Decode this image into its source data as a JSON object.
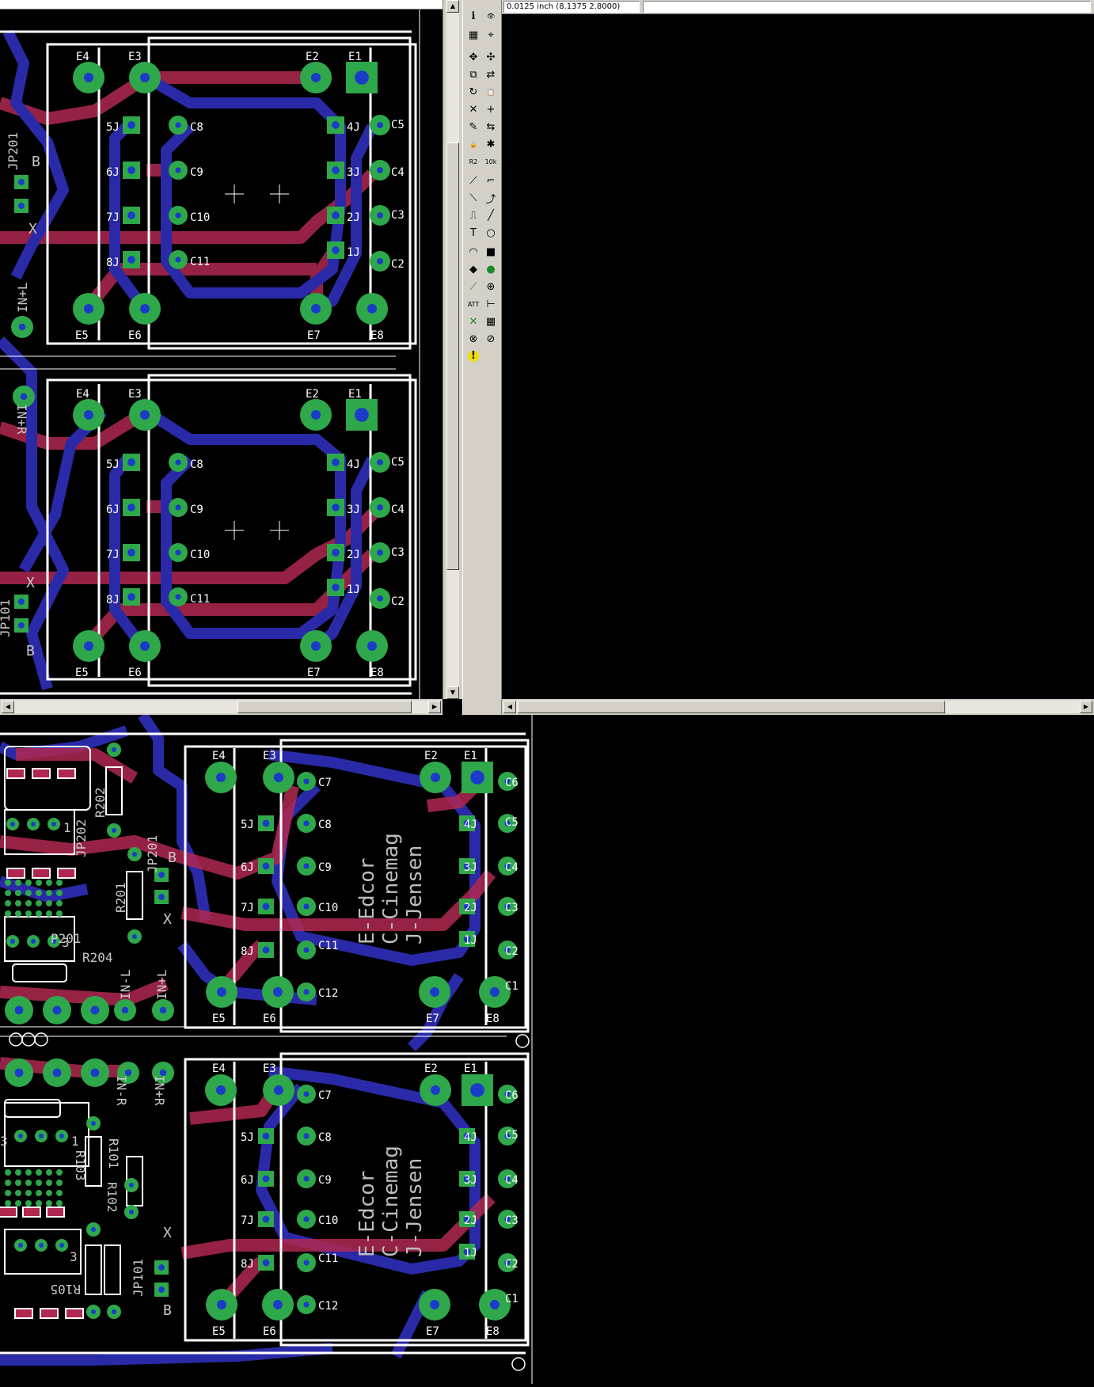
{
  "app": {
    "coordinate_readout": "0.0125 inch (8.1375 2.8000)"
  },
  "colors": {
    "top_copper": "#b02850",
    "bottom_copper": "#2a2aa8",
    "pad": "#2ea84a",
    "via_hole": "#1a3cc8",
    "outline": "#ffffff",
    "background": "#000000",
    "label": "#ffffff"
  },
  "toolbar": {
    "tools": [
      {
        "name": "info-icon",
        "glyph": "ℹ"
      },
      {
        "name": "show-icon",
        "glyph": "👁"
      },
      {
        "name": "display-layers-icon",
        "glyph": "▦"
      },
      {
        "name": "mark-icon",
        "glyph": "⌖"
      },
      {
        "name": "move-icon",
        "glyph": "✥"
      },
      {
        "name": "group-icon",
        "glyph": "✣"
      },
      {
        "name": "copy-icon",
        "glyph": "⧉"
      },
      {
        "name": "mirror-icon",
        "glyph": "⇄"
      },
      {
        "name": "rotate-icon",
        "glyph": "↻"
      },
      {
        "name": "paste-icon",
        "glyph": "📋"
      },
      {
        "name": "delete-icon",
        "glyph": "✕"
      },
      {
        "name": "add-icon",
        "glyph": "+"
      },
      {
        "name": "change-icon",
        "glyph": "✎"
      },
      {
        "name": "replace-icon",
        "glyph": "⇆"
      },
      {
        "name": "lock-icon",
        "glyph": "🔒"
      },
      {
        "name": "smash-icon",
        "glyph": "✱"
      },
      {
        "name": "name-icon",
        "glyph": "R2"
      },
      {
        "name": "value-icon",
        "glyph": "10k"
      },
      {
        "name": "split-icon",
        "glyph": "⟋"
      },
      {
        "name": "miter-icon",
        "glyph": "⌐"
      },
      {
        "name": "optimize-icon",
        "glyph": "⟍"
      },
      {
        "name": "route-icon",
        "glyph": "⤴"
      },
      {
        "name": "ripup-icon",
        "glyph": "⎍"
      },
      {
        "name": "wire-icon",
        "glyph": "╱"
      },
      {
        "name": "text-icon",
        "glyph": "T"
      },
      {
        "name": "circle-icon",
        "glyph": "○"
      },
      {
        "name": "arc-icon",
        "glyph": "◠"
      },
      {
        "name": "rect-icon",
        "glyph": "■"
      },
      {
        "name": "polygon-icon",
        "glyph": "◆"
      },
      {
        "name": "via-icon",
        "glyph": "●"
      },
      {
        "name": "signal-icon",
        "glyph": "⟋"
      },
      {
        "name": "hole-icon",
        "glyph": "⊕"
      },
      {
        "name": "attribute-icon",
        "glyph": "ATT"
      },
      {
        "name": "dimension-icon",
        "glyph": "⊢"
      },
      {
        "name": "ratsnest-icon",
        "glyph": "✕"
      },
      {
        "name": "autorouter-icon",
        "glyph": "▦"
      },
      {
        "name": "erc-icon",
        "glyph": "⊗"
      },
      {
        "name": "drc-icon",
        "glyph": "⊘"
      },
      {
        "name": "errors-icon",
        "glyph": "!"
      }
    ]
  },
  "board": {
    "pad_labels": {
      "e4": "E4",
      "e3": "E3",
      "e2": "E2",
      "e1": "E1",
      "e5": "E5",
      "e6": "E6",
      "e7": "E7",
      "e8": "E8",
      "c2": "C2",
      "c3": "C3",
      "c4": "C4",
      "c5": "C5",
      "c6": "C6",
      "c7": "C7",
      "c8": "C8",
      "c9": "C9",
      "c10": "C10",
      "c11": "C11",
      "c12": "C12",
      "c1": "C1",
      "p1j": "1J",
      "p2j": "2J",
      "p3j": "3J",
      "p4j": "4J",
      "p5j": "5J",
      "p6j": "6J",
      "p7j": "7J",
      "p8j": "8J"
    },
    "parts": {
      "jp201": "JP201",
      "jp101": "JP101",
      "jp202": "JP202",
      "p201": "P201",
      "r201": "R201",
      "r202": "R202",
      "r204": "R204",
      "r101": "R101",
      "r102": "R102",
      "r103": "R103",
      "r105": "R105",
      "in_l": "IN+L",
      "in_minus_l": "IN-L",
      "in_r": "IN+R",
      "in_minus_r": "IN-R",
      "b": "B",
      "x": "X",
      "n1": "1",
      "n3": "3"
    },
    "credits": [
      "E-Edcor",
      "C-Cinemag",
      "J-Jensen"
    ]
  }
}
